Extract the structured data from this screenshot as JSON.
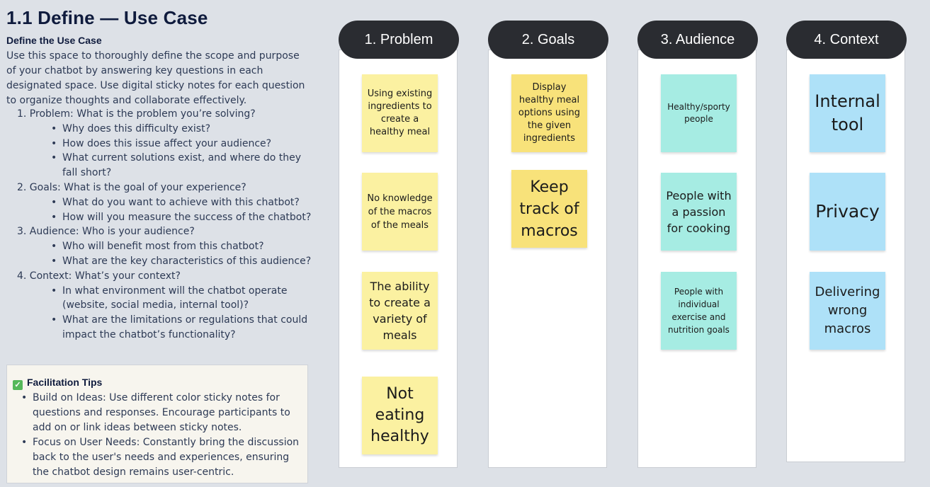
{
  "title": "1.1 Define — Use Case",
  "subtitle": "Define the Use Case",
  "intro": "Use this space to thoroughly define the scope and purpose of your chatbot by answering key questions in each designated space. Use digital sticky notes for each question to organize thoughts and collaborate effectively.",
  "questions": [
    {
      "label": "1. Problem: What is the problem you’re solving?",
      "subs": [
        "Why does this difficulty exist?",
        "How does this issue affect your audience?",
        "What current solutions exist, and where do they fall short?"
      ]
    },
    {
      "label": "2. Goals: What is the goal of your experience?",
      "subs": [
        "What do you want to achieve with this chatbot?",
        "How will you measure the success of the chatbot?"
      ]
    },
    {
      "label": "3. Audience: Who is your audience?",
      "subs": [
        "Who will benefit most from this chatbot?",
        "What are the key characteristics of this audience?"
      ]
    },
    {
      "label": "4. Context: What’s your context?",
      "subs": [
        "In what environment will the chatbot operate (website, social media, internal tool)?",
        "What are the limitations or regulations that could impact the chatbot’s functionality?"
      ]
    }
  ],
  "tips": {
    "heading": "Facilitation Tips",
    "items": [
      "Build on Ideas: Use different color sticky notes for questions and responses. Encourage participants to add on or link ideas between sticky notes.",
      "Focus on User Needs: Constantly bring the discussion back to the user's needs and experiences, ensuring the chatbot design remains user-centric."
    ]
  },
  "columns": [
    {
      "heading": "1. Problem",
      "notes": [
        "Using existing ingredients to create a healthy meal",
        "No knowledge of the macros of the meals",
        "The ability to create a variety of meals",
        "Not eating healthy"
      ]
    },
    {
      "heading": "2. Goals",
      "notes": [
        "Display healthy meal options using the given ingredients",
        "Keep track of macros"
      ]
    },
    {
      "heading": "3. Audience",
      "notes": [
        "Healthy/sporty people",
        "People with a passion for cooking",
        "People with individual exercise and nutrition goals"
      ]
    },
    {
      "heading": "4. Context",
      "notes": [
        "Internal tool",
        "Privacy",
        "Delivering wrong macros"
      ]
    }
  ],
  "colors": {
    "background": "#dde1e7",
    "pill": "#2a2c31",
    "yellow": "#fbf1a1",
    "yellow_strong": "#f8e27a",
    "teal": "#a6ece3",
    "blue": "#aee1f8"
  }
}
